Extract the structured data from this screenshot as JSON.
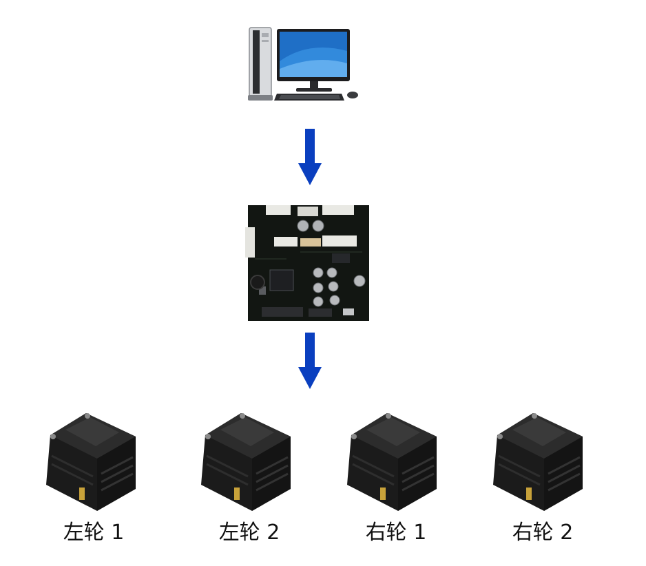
{
  "diagram": {
    "nodes": [
      {
        "id": "pc",
        "icon": "desktop-computer-icon"
      },
      {
        "id": "controller",
        "icon": "circuit-board-icon"
      },
      {
        "id": "motor1",
        "icon": "servo-motor-icon",
        "label": "左轮 1"
      },
      {
        "id": "motor2",
        "icon": "servo-motor-icon",
        "label": "左轮 2"
      },
      {
        "id": "motor3",
        "icon": "servo-motor-icon",
        "label": "右轮 1"
      },
      {
        "id": "motor4",
        "icon": "servo-motor-icon",
        "label": "右轮 2"
      }
    ],
    "edges": [
      {
        "from": "pc",
        "to": "controller"
      },
      {
        "from": "controller",
        "to": "motors"
      }
    ],
    "colors": {
      "arrow": "#0a3fbf",
      "motor_body": "#1b1b1b",
      "board": "#101510"
    }
  }
}
